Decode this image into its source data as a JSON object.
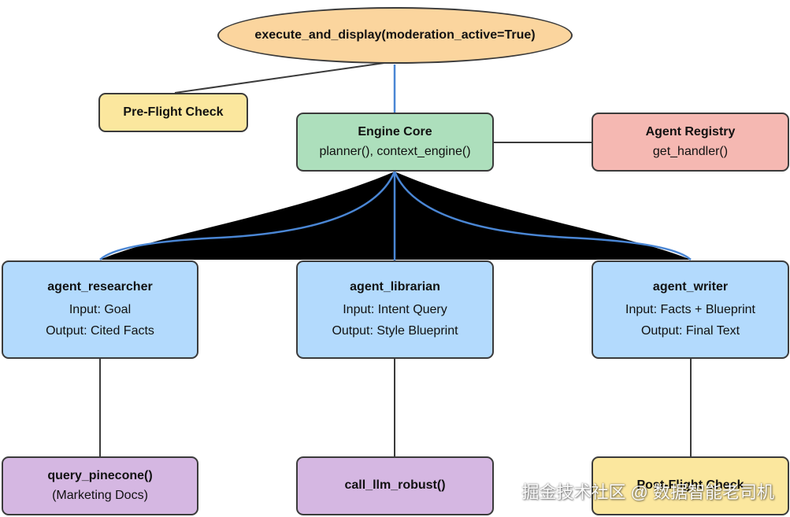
{
  "root": {
    "label": "execute_and_display(moderation_active=True)"
  },
  "preflight": {
    "title": "Pre-Flight Check"
  },
  "engine": {
    "title": "Engine Core",
    "subtitle": "planner(), context_engine()"
  },
  "registry": {
    "title": "Agent Registry",
    "subtitle": "get_handler()"
  },
  "agents": [
    {
      "title": "agent_researcher",
      "input": "Input: Goal",
      "output": "Output: Cited Facts"
    },
    {
      "title": "agent_librarian",
      "input": "Input: Intent Query",
      "output": "Output: Style Blueprint"
    },
    {
      "title": "agent_writer",
      "input": "Input: Facts + Blueprint",
      "output": "Output: Final Text"
    }
  ],
  "tools": [
    {
      "title": "query_pinecone()",
      "subtitle": "(Marketing Docs)"
    },
    {
      "title": "call_llm_robust()"
    },
    {
      "title": "Post-Flight Check"
    }
  ],
  "watermark": "掘金技术社区 @ 数据智能老司机",
  "colors": {
    "root": "#fbd59e",
    "preflight": "#fbe79e",
    "engine": "#addfbc",
    "registry": "#f5b8b2",
    "agent": "#b3dafd",
    "tool": "#d5b7e2",
    "postflight": "#fbe79e",
    "blue_edge": "#4a86d4",
    "dark_edge": "#3b3b3b"
  }
}
